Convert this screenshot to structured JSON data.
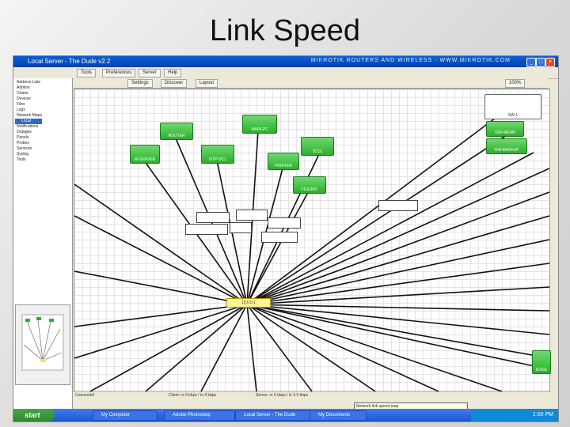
{
  "slide": {
    "title": "Link Speed"
  },
  "window": {
    "title": "Local Server - The Dude v2.2",
    "brand": "MIKROTIK ROUTERS AND WIRELESS - WWW.MIKROTIK.COM"
  },
  "toolbar": {
    "tools": "Tools",
    "preferences": "Preferences",
    "server": "Server",
    "help": "Help",
    "settings": "Settings",
    "discover": "Discover",
    "layout": "Layout",
    "zoom": "100%"
  },
  "tree": {
    "items": [
      "Address Lists",
      "Admins",
      "Charts",
      "Devices",
      "Files",
      "Logs",
      "Network Maps",
      "Local",
      "Notifications",
      "Outages",
      "Panels",
      "Probes",
      "Services",
      "Syslog",
      "Tools"
    ],
    "selected": "Local"
  },
  "nodes": [
    "M-SERVER",
    "ROUTER",
    "NTP-DC1",
    "MAIN-PC",
    "PRINTER",
    "DC01",
    "FILESRV",
    "GW-WEAN",
    "GW-BACKUP",
    "SW-1",
    "EDGE"
  ],
  "hub": {
    "label": "10.0.0.1"
  },
  "status": {
    "left": "Connected",
    "mid": "Client: rx 6 kbps / tx 4 kbps",
    "right": "Server: rx 6 kbps / tx 3.9 kbps"
  },
  "taskbar": {
    "start": "start",
    "tasks": [
      "My Computer",
      "Adobe Photoshop",
      "Local Server - The Dude",
      "My Documents"
    ],
    "clock": "1:00 PM"
  },
  "tooltip": {
    "text": "Network link speed map"
  }
}
